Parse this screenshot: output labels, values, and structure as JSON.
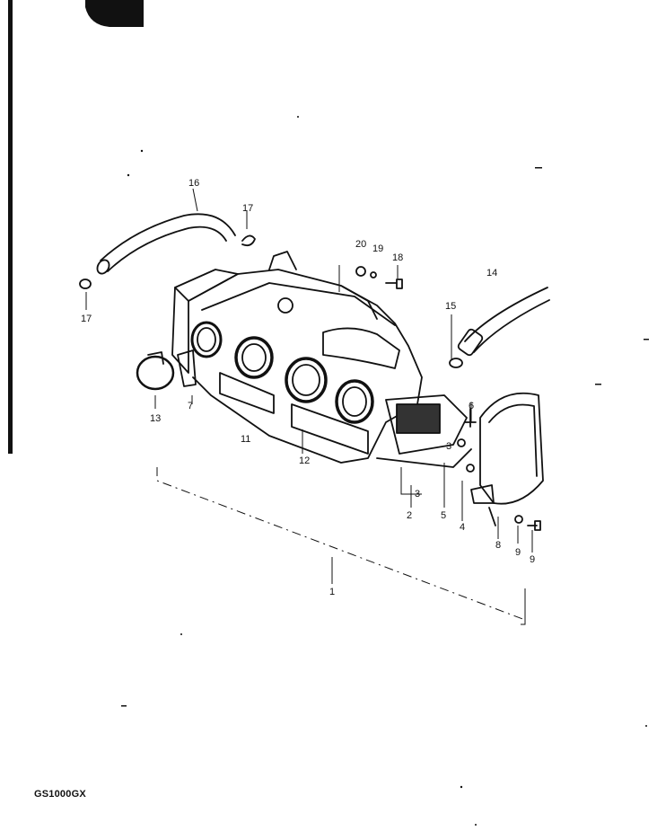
{
  "figure": {
    "model_code": "GS1000GX",
    "callouts": [
      "1",
      "2",
      "3",
      "3",
      "4",
      "5",
      "6",
      "7",
      "8",
      "9",
      "9",
      "11",
      "12",
      "13",
      "14",
      "15",
      "16",
      "17",
      "17",
      "18",
      "19",
      "20"
    ]
  }
}
